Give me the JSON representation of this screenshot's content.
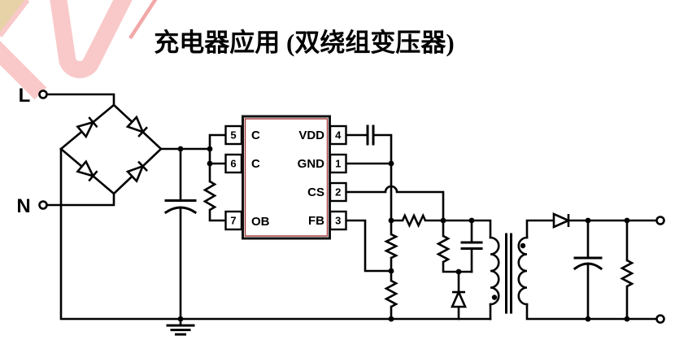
{
  "title": "充电器应用 (双绕组变压器)",
  "terminals": {
    "live": "L",
    "neutral": "N"
  },
  "ic": {
    "left_pins": [
      {
        "number": "5",
        "label": "C"
      },
      {
        "number": "6",
        "label": "C"
      },
      {
        "number": "7",
        "label": "OB"
      }
    ],
    "right_pins": [
      {
        "number": "4",
        "label": "VDD"
      },
      {
        "number": "1",
        "label": "GND"
      },
      {
        "number": "2",
        "label": "CS"
      },
      {
        "number": "3",
        "label": "FB"
      }
    ]
  },
  "colors": {
    "wire": "#000000",
    "ic_border_inner": "#a33636",
    "watermark_pink": "#f9c9c9",
    "watermark_tan": "#e7d2a8"
  }
}
